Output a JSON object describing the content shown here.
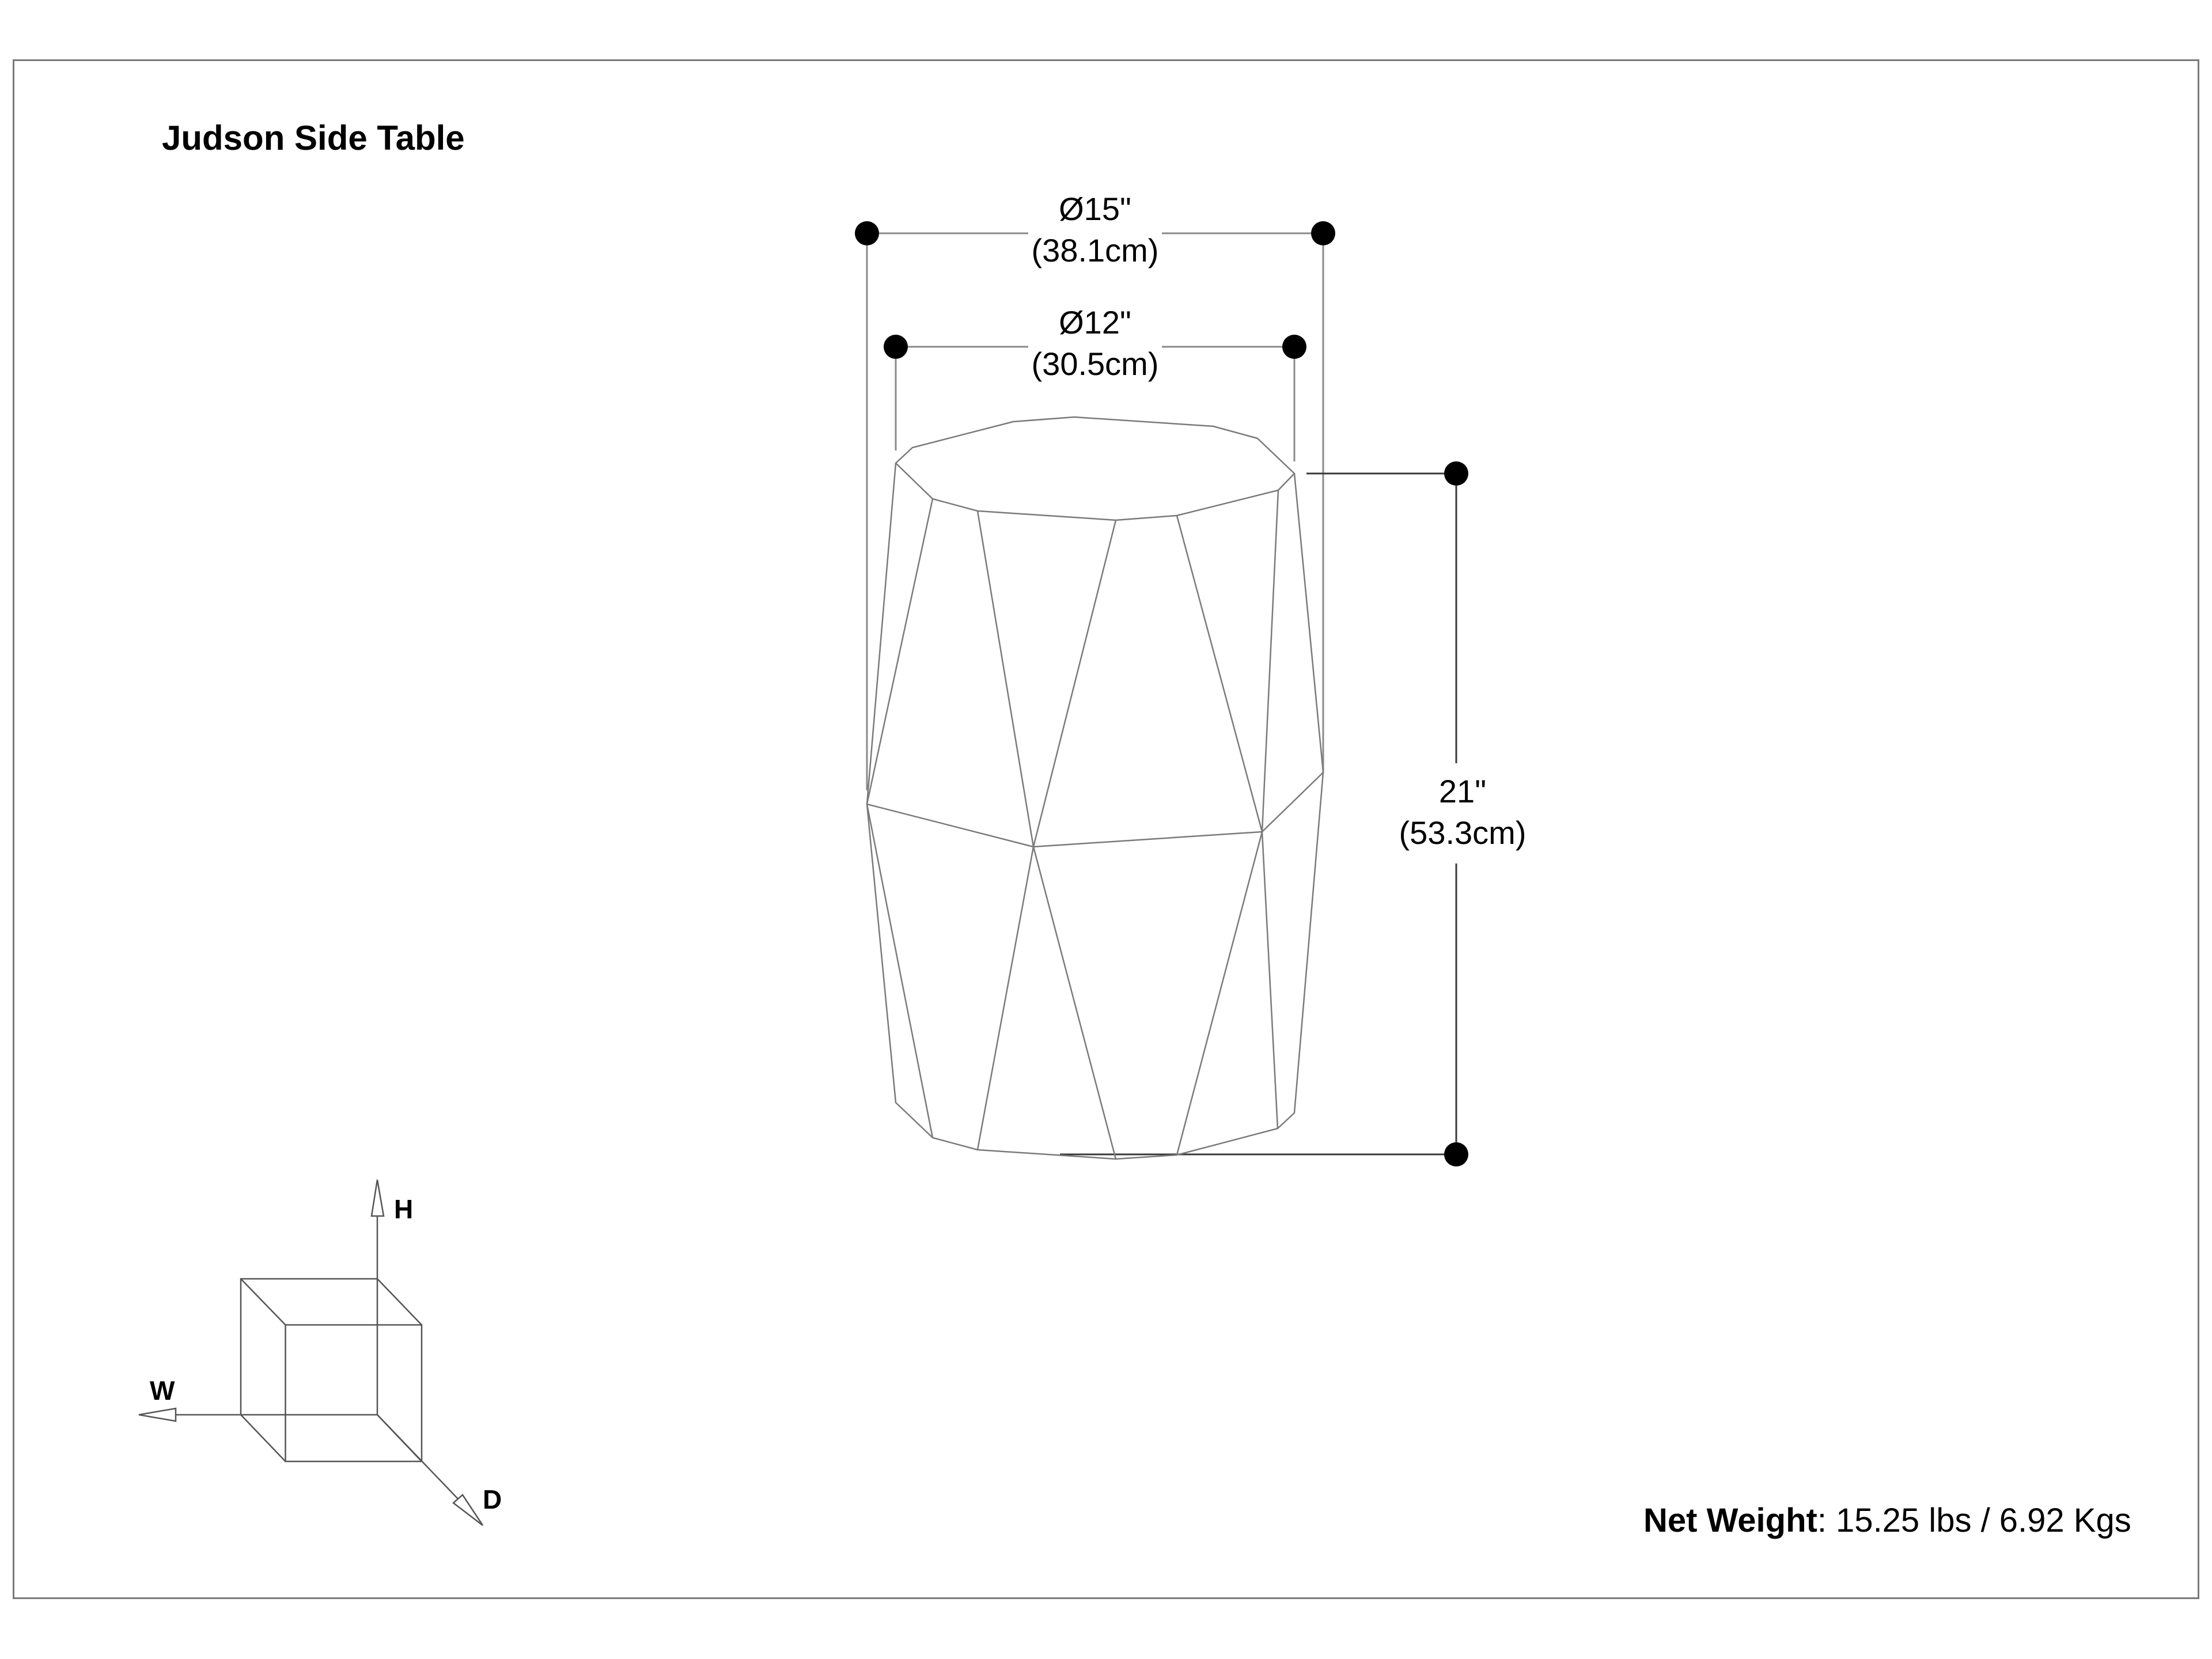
{
  "title": "Judson Side Table",
  "dimensions": {
    "outer_diameter": {
      "imperial": "Ø15\"",
      "metric": "(38.1cm)"
    },
    "inner_diameter": {
      "imperial": "Ø12\"",
      "metric": "(30.5cm)"
    },
    "height": {
      "imperial": "21\"",
      "metric": "(53.3cm)"
    }
  },
  "net_weight": {
    "label": "Net Weight",
    "separator": ":",
    "value": " 15.25 lbs / 6.92 Kgs"
  },
  "axis_legend": {
    "height": "H",
    "width": "W",
    "depth": "D"
  },
  "colors": {
    "frame": "#7a7a7a",
    "lines": "#6e6e6e",
    "dots": "#000000",
    "text": "#000000"
  }
}
